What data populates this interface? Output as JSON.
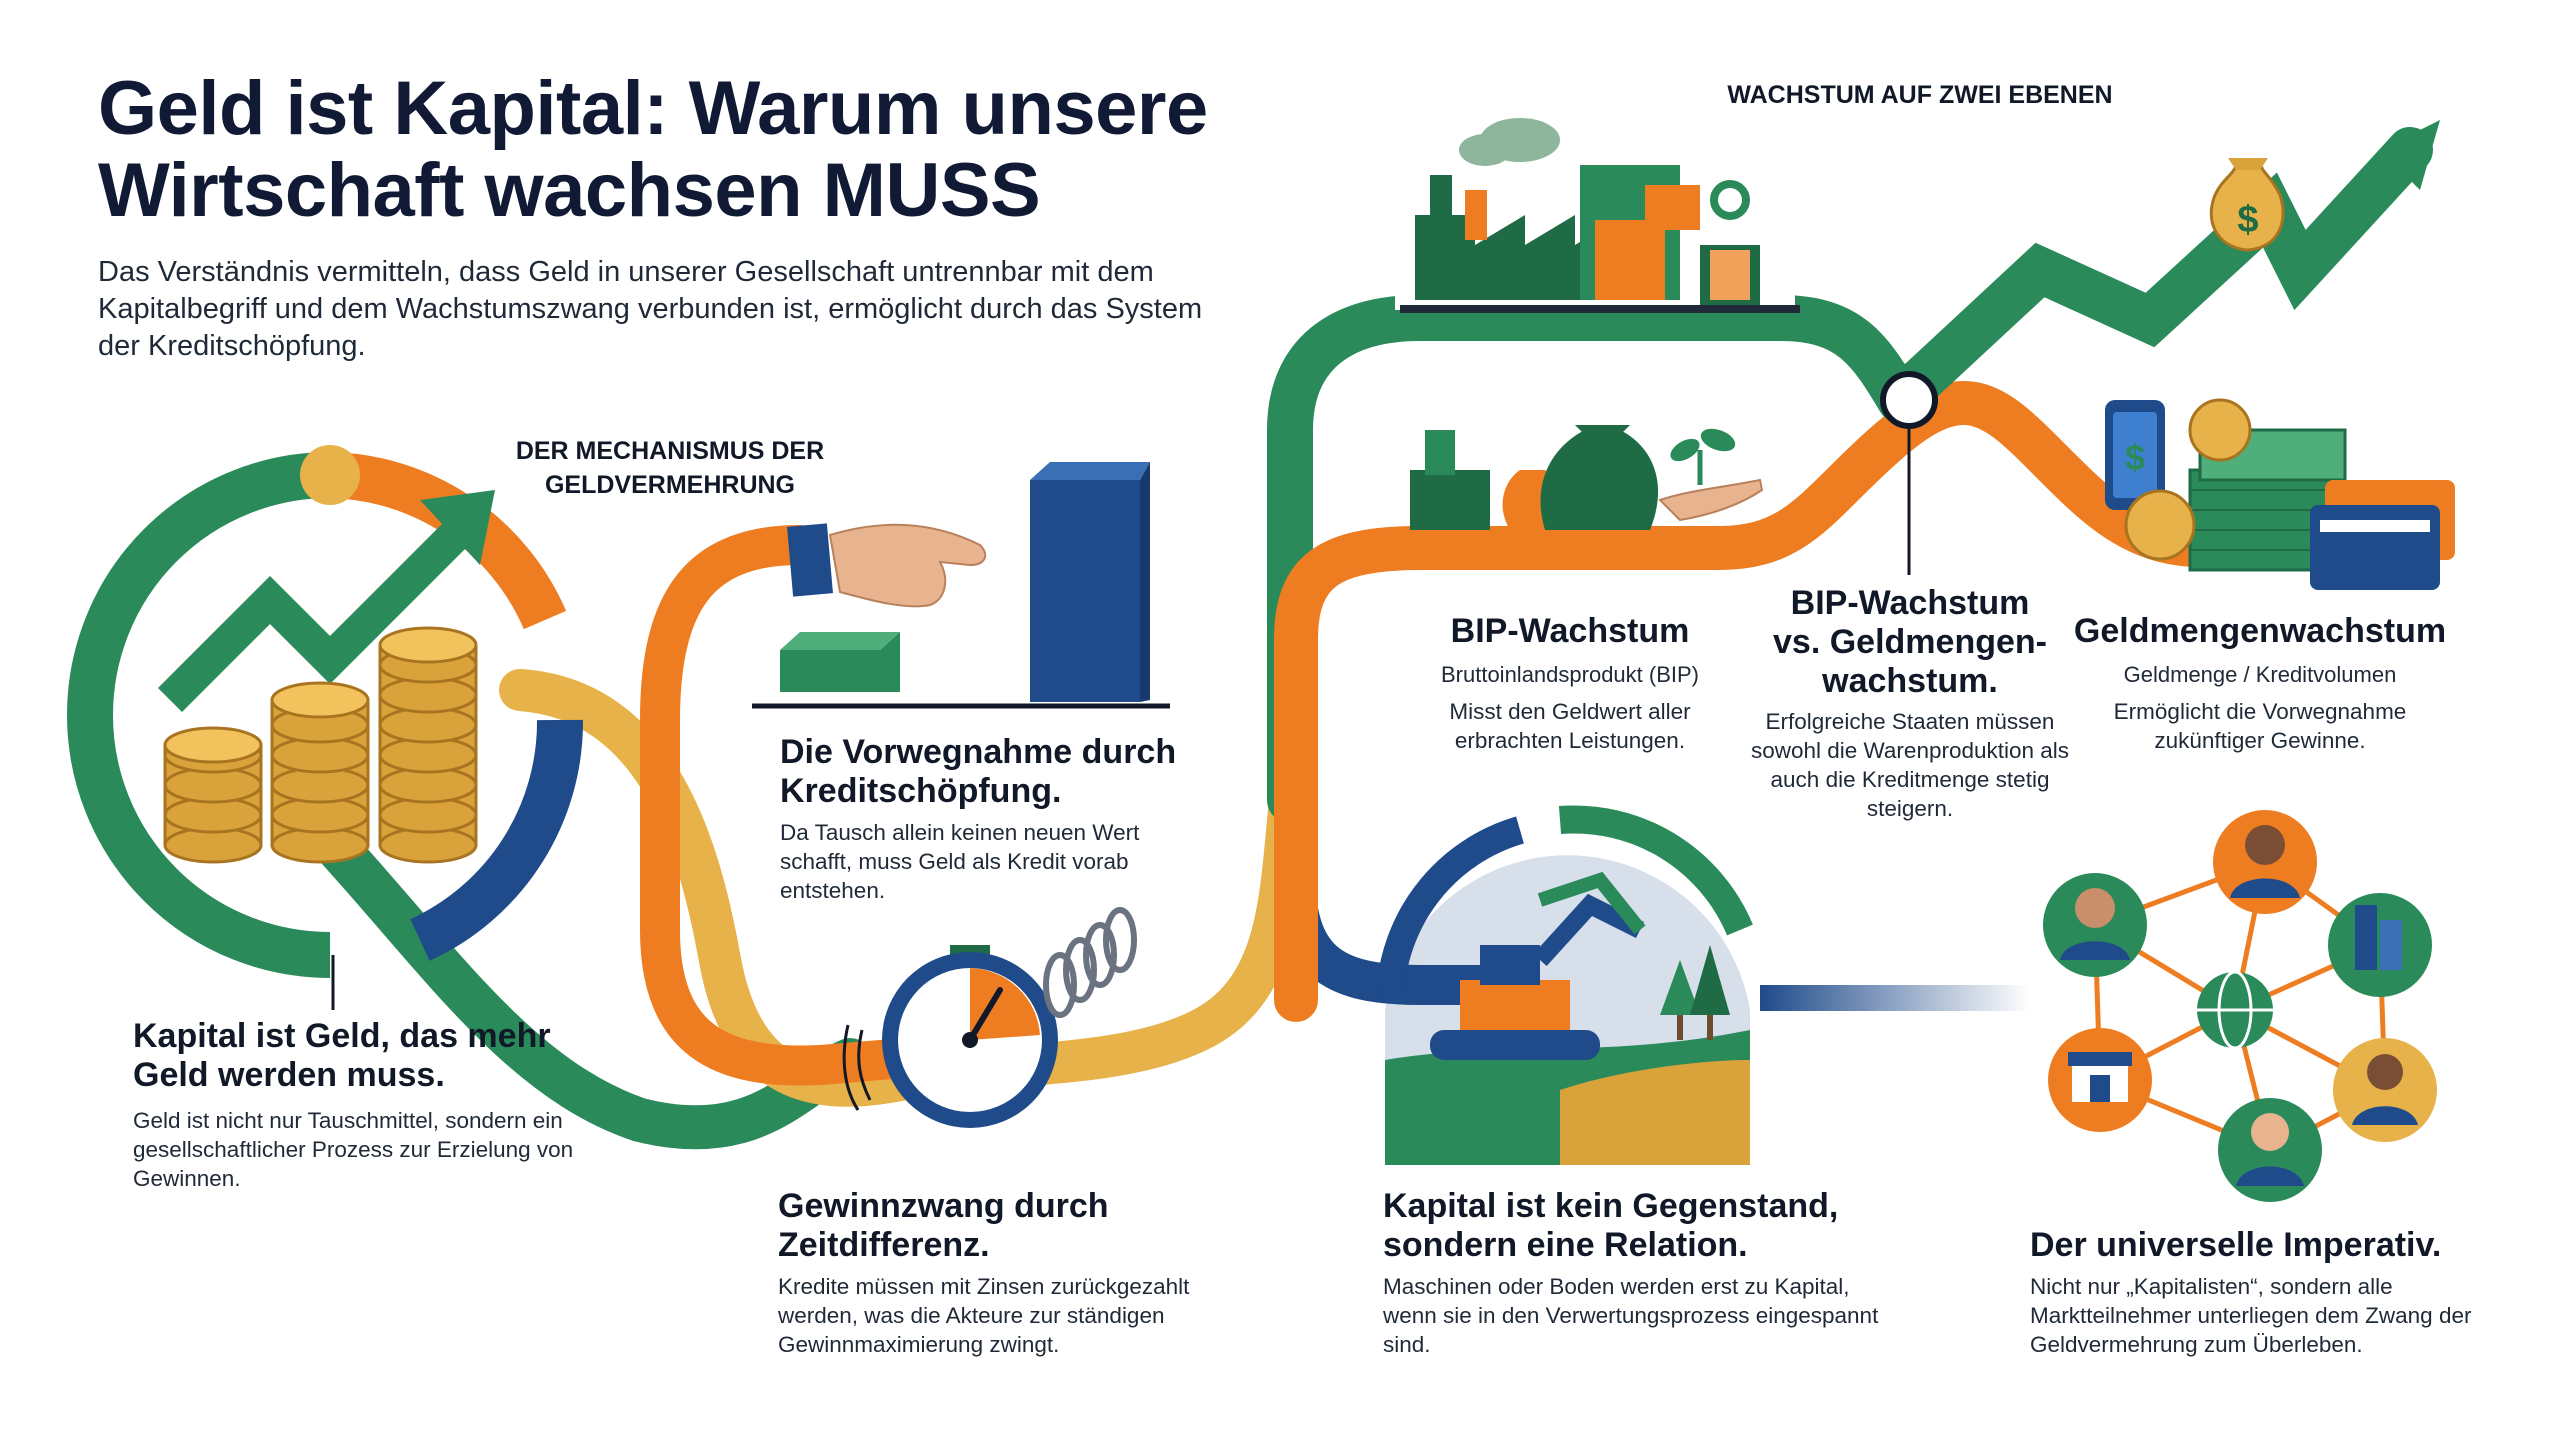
{
  "header": {
    "title": "Geld ist Kapital: Warum unsere Wirtschaft wachsen MUSS",
    "subtitle": "Das Verständnis vermitteln, dass Geld in unserer Gesellschaft untrennbar mit dem Kapitalbegriff und dem Wachstumszwang verbunden ist, ermöglicht durch das System der Kreditschöpfung."
  },
  "mechanism": {
    "label": "DER MECHANISMUS DER GELDVERMEHRUNG"
  },
  "growth": {
    "label": "WACHSTUM AUF ZWEI EBENEN"
  },
  "sections": {
    "kapital_geld": {
      "heading": "Kapital ist Geld, das mehr Geld werden muss.",
      "body": "Geld ist nicht nur Tauschmittel, sondern ein gesellschaftlicher Prozess zur Erzielung von Gewinnen."
    },
    "vorwegnahme": {
      "heading": "Die Vorwegnahme durch Kreditschöpfung.",
      "body": "Da Tausch allein keinen neuen Wert schafft, muss Geld als Kredit vorab entstehen."
    },
    "gewinnzwang": {
      "heading": "Gewinnzwang durch Zeitdifferenz.",
      "body": "Kredite müssen mit Zinsen zurückgezahlt werden, was die Akteure zur ständigen Gewinnmaximierung zwingt."
    },
    "bip": {
      "heading": "BIP-Wachstum",
      "subheading": "Bruttoinlandsprodukt (BIP)",
      "body": "Misst den Geldwert aller erbrachten Leistungen."
    },
    "vs": {
      "heading": "BIP-Wachstum vs. Geldmengen-wachstum.",
      "body": "Erfolgreiche Staaten müssen sowohl die Warenproduktion als auch die Kreditmenge stetig steigern."
    },
    "geldmenge": {
      "heading": "Geldmengenwachstum",
      "subheading": "Geldmenge / Kreditvolumen",
      "body": "Ermöglicht die Vorwegnahme zukünftiger Gewinne."
    },
    "relation": {
      "heading": "Kapital ist kein Gegenstand, sondern eine Relation.",
      "body": "Maschinen oder Boden werden erst zu Kapital, wenn sie in den Verwertungsprozess eingespannt sind."
    },
    "imperativ": {
      "heading": "Der universelle Imperativ.",
      "body": "Nicht nur „Kapitalisten“, sondern alle Marktteilnehmer unterliegen dem Zwang der Geldvermehrung zum Überleben."
    }
  },
  "colors": {
    "green": "#2a8a5a",
    "dark_green": "#1f6b45",
    "orange": "#ee7d22",
    "gold": "#e7b24a",
    "navy": "#1f4b8a",
    "text": "#111827"
  },
  "icons": [
    "coin-stack-icon",
    "growth-arrow-icon",
    "hand-icon",
    "stopwatch-icon",
    "spring-icon",
    "factory-icon",
    "money-bag-icon",
    "plant-icon",
    "smartphone-icon",
    "credit-card-icon",
    "banknote-stack-icon",
    "excavator-icon",
    "globe-icon",
    "person-icon",
    "building-icon",
    "shop-icon"
  ]
}
